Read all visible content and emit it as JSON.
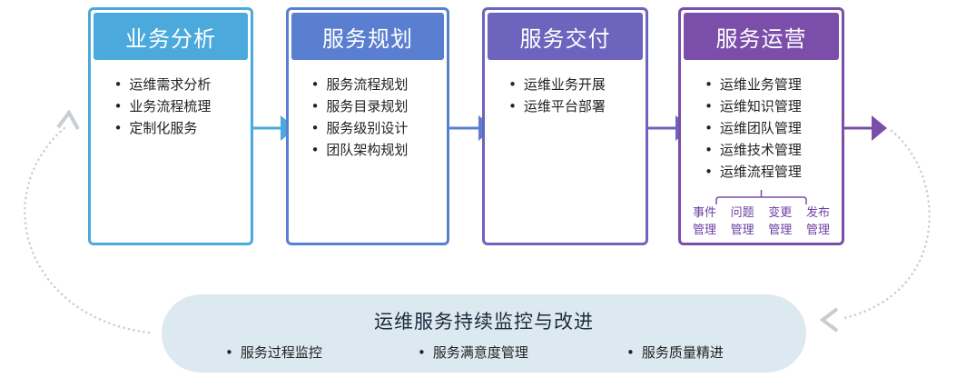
{
  "stages": [
    {
      "title": "业务分析",
      "color": "#4ba9dc",
      "items": [
        "运维需求分析",
        "业务流程梳理",
        "定制化服务"
      ]
    },
    {
      "title": "服务规划",
      "color": "#5a7ed0",
      "items": [
        "服务流程规划",
        "服务目录规划",
        "服务级别设计",
        "团队架构规划"
      ]
    },
    {
      "title": "服务交付",
      "color": "#6c64bd",
      "items": [
        "运维业务开展",
        "运维平台部署"
      ]
    },
    {
      "title": "服务运营",
      "color": "#7b4ea9",
      "items": [
        "运维业务管理",
        "运维知识管理",
        "运维团队管理",
        "运维技术管理",
        "运维流程管理"
      ],
      "sub_items": [
        [
          "事件",
          "管理"
        ],
        [
          "问题",
          "管理"
        ],
        [
          "变更",
          "管理"
        ],
        [
          "发布",
          "管理"
        ]
      ]
    }
  ],
  "bullet": "•",
  "bottom": {
    "title": "运维服务持续监控与改进",
    "color": "#dde9f1",
    "items": [
      "服务过程监控",
      "服务满意度管理",
      "服务质量精进"
    ]
  }
}
